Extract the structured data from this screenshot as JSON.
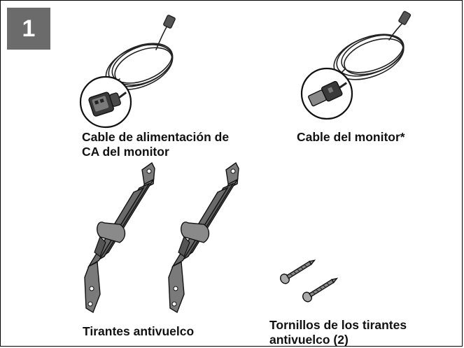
{
  "step": {
    "number": "1"
  },
  "items": {
    "power_cable": {
      "line1": "Cable de alimentación de",
      "line2": "CA del monitor"
    },
    "monitor_cable": {
      "label": "Cable del monitor*"
    },
    "anti_tip_straps": {
      "label": "Tirantes antivuelco"
    },
    "strap_screws": {
      "line1": "Tornillos de los tirantes",
      "line2": "antivuelco (2)"
    }
  }
}
